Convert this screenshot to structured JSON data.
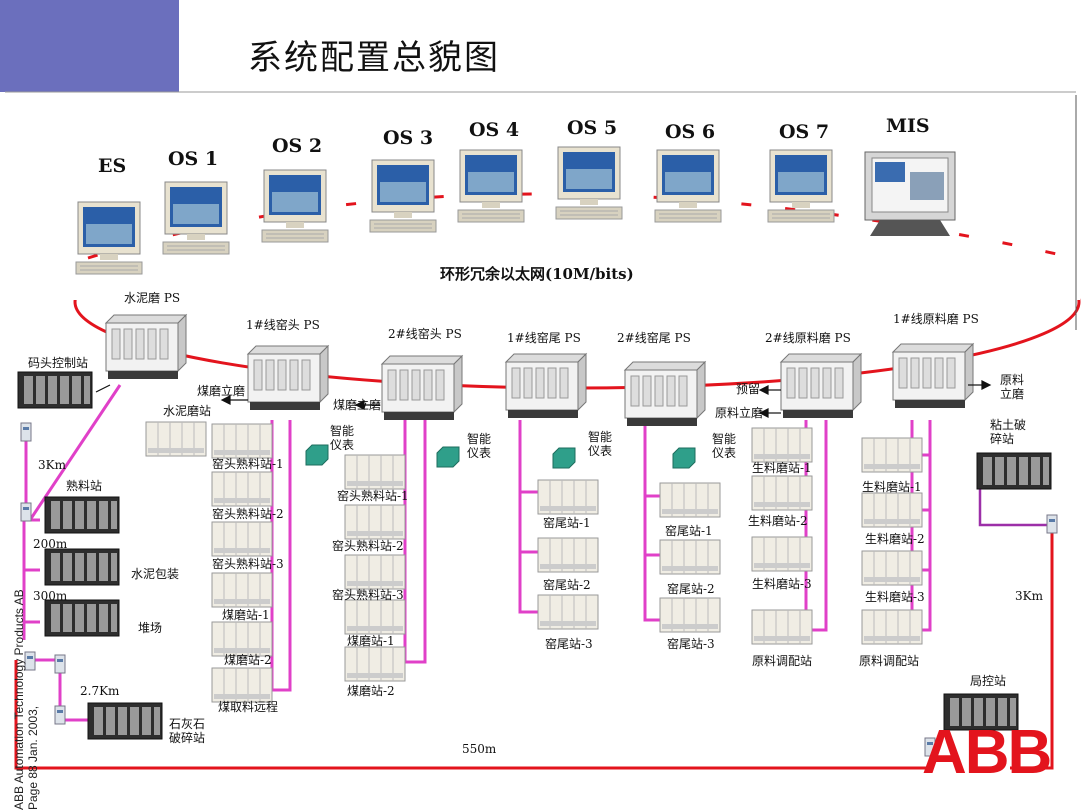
{
  "title": "系统配置总貌图",
  "ring_label": "环形冗余以太网(10M/bits)",
  "stations": {
    "es": "ES",
    "os1": "OS 1",
    "os2": "OS 2",
    "os3": "OS 3",
    "os4": "OS 4",
    "os5": "OS 5",
    "os6": "OS 6",
    "os7": "OS 7",
    "mis": "MIS"
  },
  "ps": {
    "cement_mill": "水泥磨 PS",
    "kiln_head_1": "1#线窑头 PS",
    "kiln_head_2": "2#线窑头 PS",
    "kiln_tail_1": "1#线窑尾 PS",
    "kiln_tail_2": "2#线窑尾 PS",
    "raw_mill_2": "2#线原料磨 PS",
    "raw_mill_1": "1#线原料磨 PS"
  },
  "labels": {
    "dock_station": "码头控制站",
    "km3_left": "3Km",
    "clinker_station": "熟料站",
    "m200": "200m",
    "cement_pack": "水泥包装",
    "m300": "300m",
    "yard": "堆场",
    "km27": "2.7Km",
    "limestone": "石灰石\n破碎站",
    "m550": "550m",
    "cement_mill_station": "水泥磨站",
    "coal_mill_vertical_1": "煤磨立磨",
    "coal_mill_vertical_2": "煤磨立磨",
    "smart_instr_1": "智能\n仪表",
    "smart_instr_2": "智能\n仪表",
    "smart_instr_3": "智能\n仪表",
    "smart_instr_4": "智能\n仪表",
    "khc1": "窑头熟料站-1",
    "khc2": "窑头熟料站-2",
    "khc3": "窑头熟料站-3",
    "coal1": "煤磨站-1",
    "coal2": "煤磨站-2",
    "coal_remote": "煤取料远程",
    "k2hc1": "窑头熟料站-1",
    "k2hc2": "窑头熟料站-2",
    "k2hc3": "窑头熟料站-3",
    "k2coal1": "煤磨站-1",
    "k2coal2": "煤磨站-2",
    "kt1_1": "窑尾站-1",
    "kt1_2": "窑尾站-2",
    "kt1_3": "窑尾站-3",
    "kt2_1": "窑尾站-1",
    "kt2_2": "窑尾站-2",
    "kt2_3": "窑尾站-3",
    "pre_homo": "预留",
    "raw_vertical": "原料立磨",
    "raw_vertical_r": "原料\n立磨",
    "r2_1": "生料磨站-1",
    "r2_2": "生料磨站-2",
    "r2_3": "生料磨站-3",
    "r2_blend": "原料调配站",
    "r1_1": "生料磨站-1",
    "r1_2": "生料磨站-2",
    "r1_3": "生料磨站-3",
    "r1_blend": "原料调配站",
    "clay": "粘土破\n碎站",
    "km3_right": "3Km",
    "local_station": "局控站"
  },
  "side_text_1": "ABB Automation Technology Products AB",
  "side_text_2": "Page 88   Jan. 2003,",
  "logo": "ABB",
  "colors": {
    "title_block": "#6b6fbd",
    "ring": "#e3141d",
    "fieldbus": "#e040c8",
    "link": "#9c2fa8",
    "logo": "#e3141d"
  }
}
